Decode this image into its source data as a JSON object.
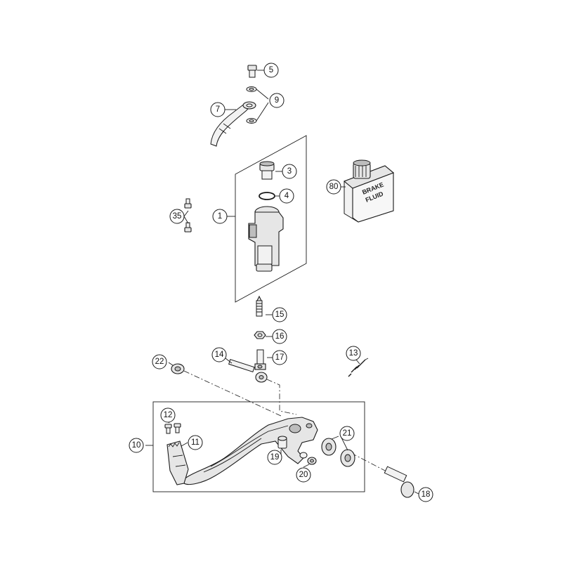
{
  "diagram": {
    "callouts": {
      "c1": "1",
      "c3": "3",
      "c4": "4",
      "c5": "5",
      "c7": "7",
      "c9": "9",
      "c10": "10",
      "c11": "11",
      "c12": "12",
      "c13": "13",
      "c14": "14",
      "c15": "15",
      "c16": "16",
      "c17": "17",
      "c18": "18",
      "c19": "19",
      "c20": "20",
      "c21": "21",
      "c22": "22",
      "c35": "35",
      "c80": "80"
    },
    "fluid_label": {
      "line1": "BRAKE",
      "line2": "FLUID"
    }
  }
}
